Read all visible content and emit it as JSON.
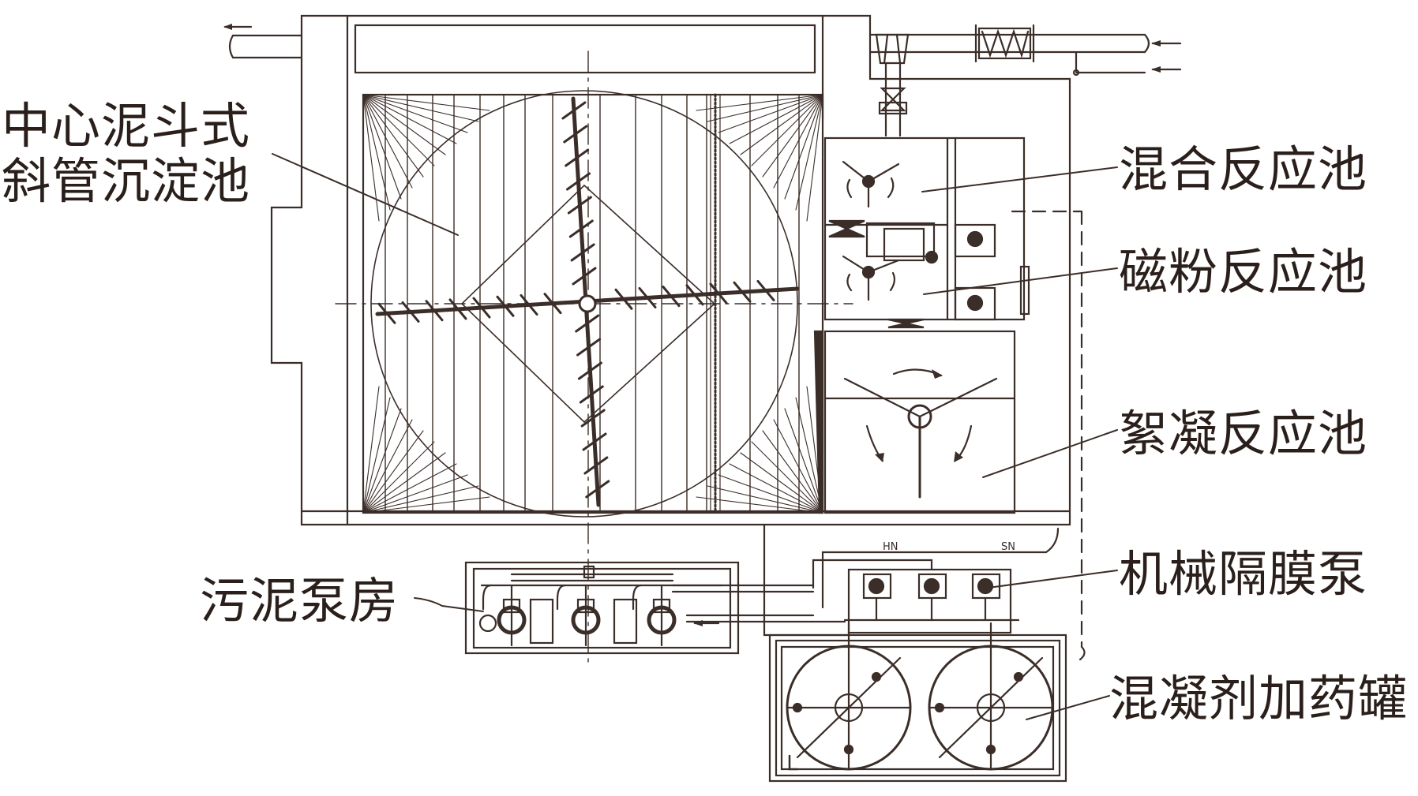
{
  "labels": {
    "sedimentation_line1": "中心泥斗式",
    "sedimentation_line2": "斜管沉淀池",
    "mixing_tank": "混合反应池",
    "magnetic_tank": "磁粉反应池",
    "flocculation_tank": "絮凝反应池",
    "diaphragm_pump": "机械隔膜泵",
    "sludge_pump_room": "污泥泵房",
    "coagulant_tank": "混凝剂加药罐"
  },
  "small_marks": {
    "pipe_hn": "HN",
    "pipe_sn": "SN"
  },
  "colors": {
    "line": "#3b2d28",
    "text": "#2a1f1b",
    "background": "#ffffff"
  }
}
